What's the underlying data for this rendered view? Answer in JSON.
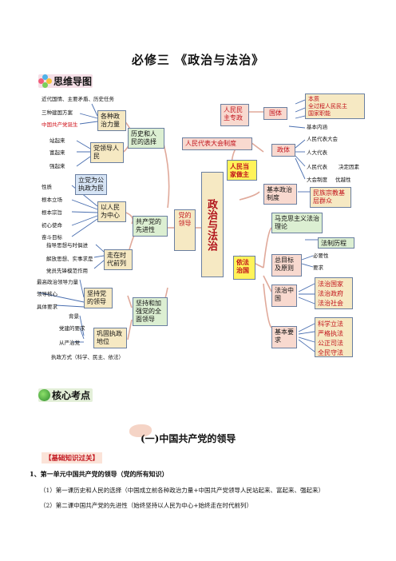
{
  "page_title": "必修三 《政治与法治》",
  "mindmap_heading": "思维导图",
  "core_heading": "核心考点",
  "subsection_title": "(一)中国共产党的领导",
  "basic_tag": "【基础知识过关】",
  "unit_heading": "1、第一单元中国共产党的领导（党的所有知识）",
  "lesson1": "（1）第一课历史和人民的选择（中国成立前各种政治力量+中国共产党领导人民站起来、富起来、强起来）",
  "lesson2": "（2）第二课中国共产党的先进性（始终坚持以人民为中心+始终走在时代前列）",
  "left": {
    "history": "近代国情、主要矛盾、历史任务",
    "schemes": "三种建国方案",
    "founded": "中国共产党诞生",
    "forces": "各种政治力量",
    "stood": "站起来",
    "rich": "富起来",
    "strong": "强起来",
    "party_leads": "党领导人民",
    "choice": "历史和人民的选择",
    "nature": "性质",
    "root_pos": "根本立场",
    "root_aim": "根本宗旨",
    "mission": "初心使命",
    "goal": "奋斗目标",
    "serve": "立党为公执政为民",
    "people_center": "以人民为中心",
    "guide": "指导思想与时俱进",
    "liberate": "解放思想、实事求是",
    "vanguard": "党员先锋模范作用",
    "times": "走在时代前列",
    "advanced": "共产党的先进性",
    "highest": "最高政治领导力量",
    "core": "领导核心",
    "requirement": "具体要求",
    "uphold": "坚持党的领导",
    "background": "背景",
    "party_req": "党建的要求",
    "strict": "从严治党",
    "consolidate": "巩固执政地位",
    "method": "执政方式（科学、民主、依法）",
    "strengthen": "坚持和加强党的全面领导"
  },
  "center": {
    "party": "党的领导",
    "poli": "政治与法治",
    "master": "人民当家做主",
    "rule": "依法治国"
  },
  "right": {
    "dictatorship": "人民民主专政",
    "state_system": "国体",
    "essence": "本质",
    "whole": "全过程人民民主",
    "duty": "国家职能",
    "content": "基本内涵",
    "npc_system": "人民代表大会制度",
    "regime": "政体",
    "npc": "人民代表大会",
    "deputies_congress": "人大代表",
    "deputies": "人民代表",
    "decisive": "决定因素",
    "superiority": "优越性",
    "npc_system2": "大会制度",
    "basic_systems": "基本政治制度",
    "ethnic": "民族宗教基层群众",
    "marxism": "马克思主义法治理论",
    "history": "法制历程",
    "goal": "总目标及原则",
    "necessity": "必要性",
    "require": "要求",
    "china": "法治中国",
    "nation": "法治国家",
    "govt": "法治政府",
    "society": "法治社会",
    "basic_req": "基本要求",
    "science": "科学立法",
    "strict": "严格执法",
    "fair": "公正司法",
    "all": "全民守法"
  },
  "colors": {
    "tan": "#f6e9c3",
    "green": "#dcefd2",
    "pink": "#f8d9cf",
    "blue": "#d6e4f5",
    "yellow": "#fff35a",
    "red_text": "#c1121b",
    "connector": "#e0a99a"
  }
}
